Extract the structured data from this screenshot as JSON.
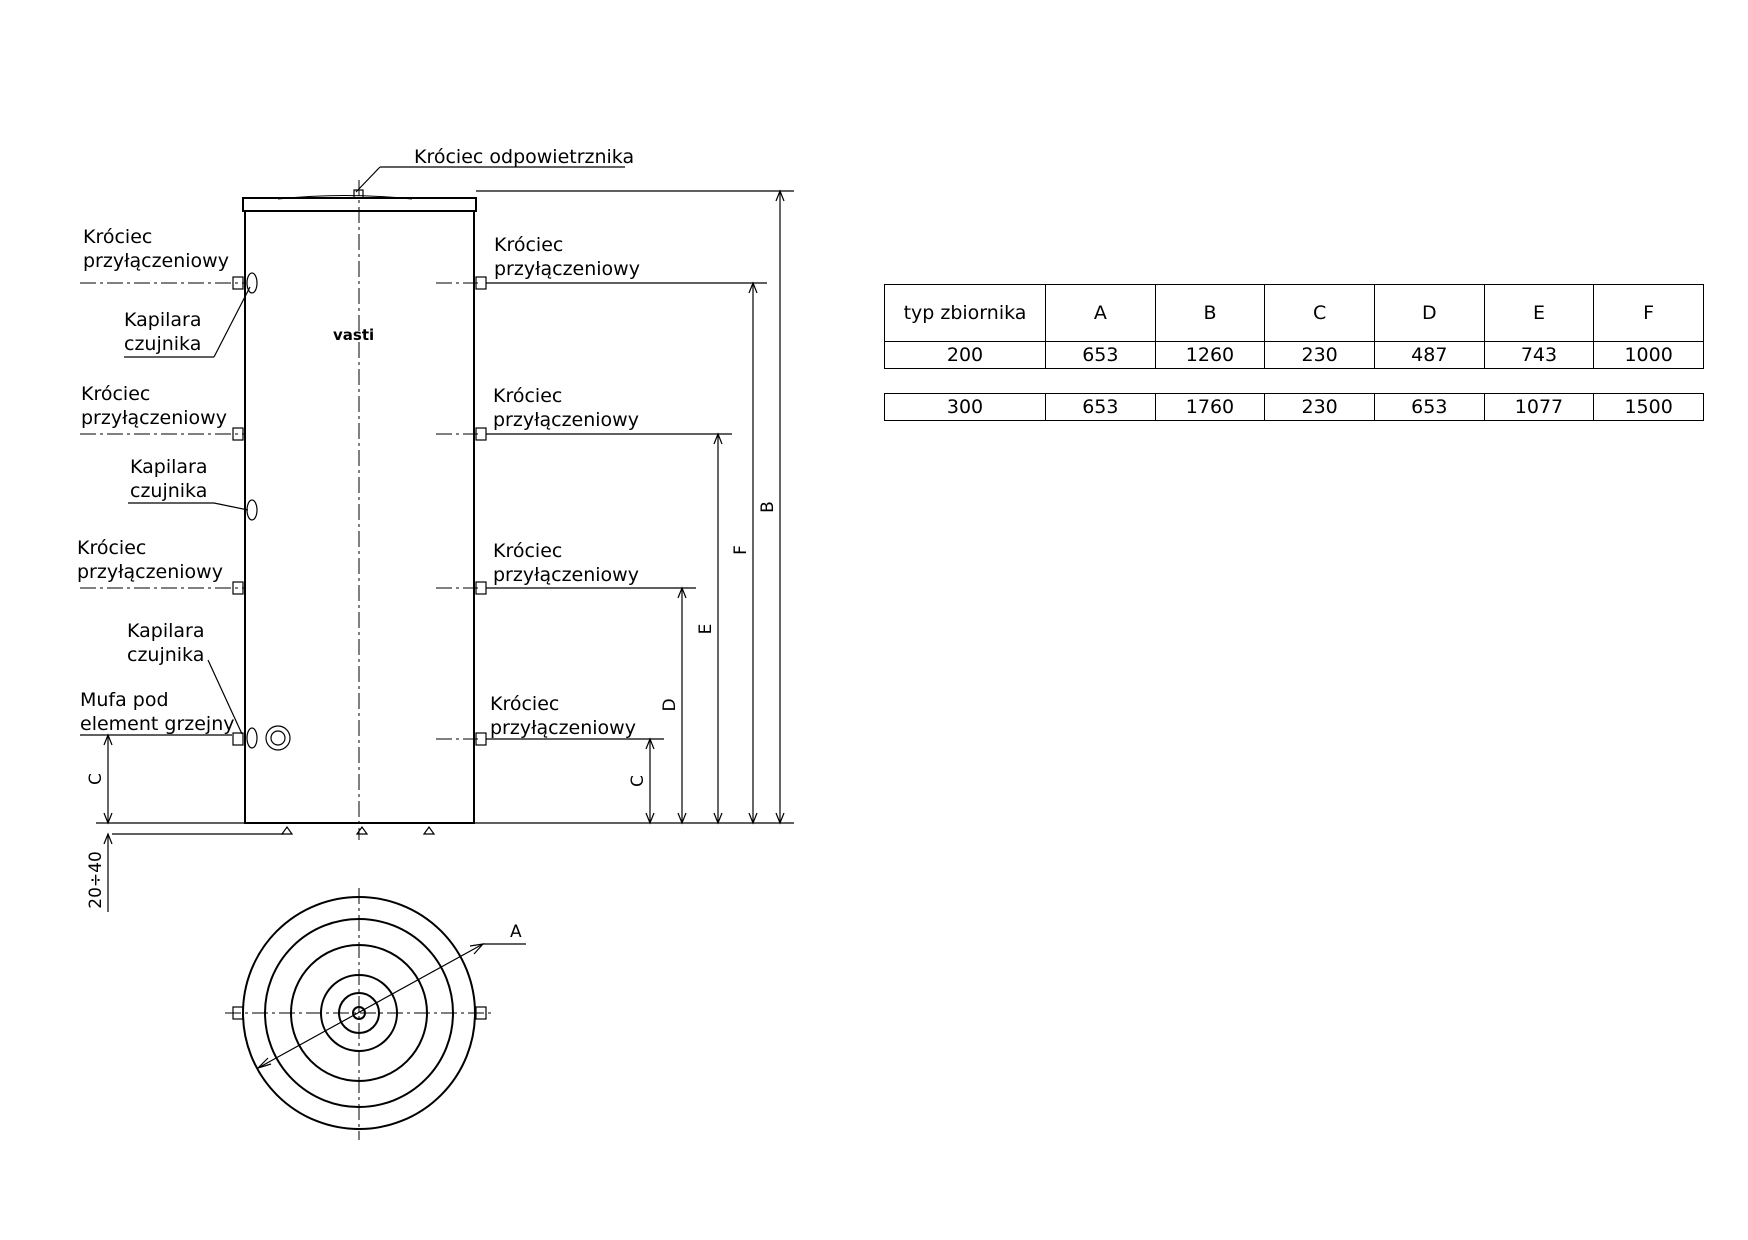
{
  "labels": {
    "vent": "Króciec odpowietrznika",
    "conn_l1": "Króciec przyłączeniowy",
    "cap_l1": "Kapilara czujnika",
    "conn_l2": "Króciec przyłączeniowy",
    "cap_l2": "Kapilara czujnika",
    "conn_l3": "Króciec przyłączeniowy",
    "cap_l3": "Kapilara czujnika",
    "heater": "Mufa pod element grzejny",
    "conn_r1": "Króciec przyłączeniowy",
    "conn_r2": "Króciec przyłączeniowy",
    "conn_r3": "Króciec przyłączeniowy",
    "conn_r4": "Króciec przyłączeniowy",
    "brand": "vasti"
  },
  "dimensions": {
    "b": "B",
    "f": "F",
    "e": "E",
    "d": "D",
    "c_right": "C",
    "c_left": "C",
    "legs": "20÷40",
    "a": "A"
  },
  "table": {
    "header": [
      "typ zbiornika",
      "A",
      "B",
      "C",
      "D",
      "E",
      "F"
    ],
    "rows": [
      [
        "200",
        "653",
        "1260",
        "230",
        "487",
        "743",
        "1000"
      ],
      [
        "300",
        "653",
        "1760",
        "230",
        "653",
        "1077",
        "1500"
      ]
    ]
  }
}
